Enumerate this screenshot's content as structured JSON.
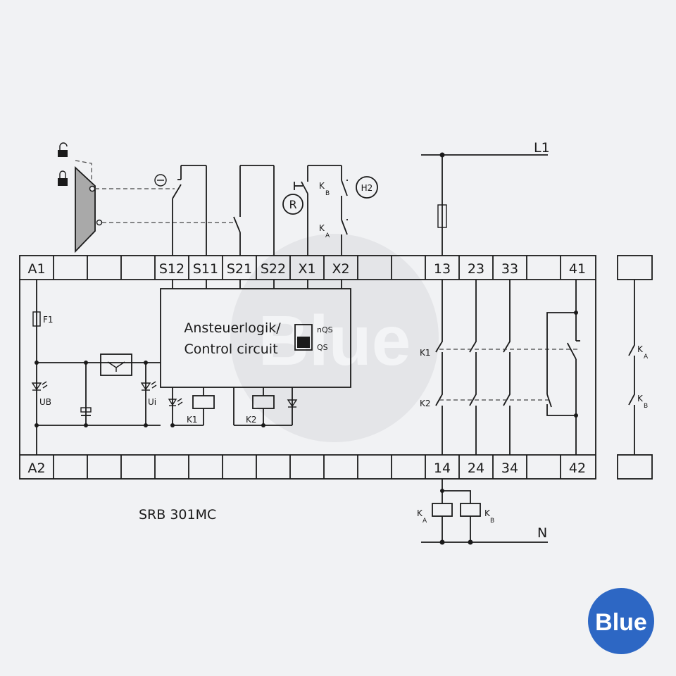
{
  "top_terminals": [
    "A1",
    "",
    "",
    "",
    "S12",
    "S11",
    "S21",
    "S22",
    "X1",
    "X2",
    "",
    "",
    "13",
    "23",
    "33",
    "",
    "41"
  ],
  "bottom_terminals": [
    "A2",
    "",
    "",
    "",
    "",
    "",
    "",
    "",
    "",
    "",
    "",
    "",
    "14",
    "24",
    "34",
    "",
    "42"
  ],
  "control_box": {
    "line1": "Ansteuerlogik/",
    "line2": "Control circuit",
    "nqs": "nQS",
    "qs": "QS"
  },
  "labels": {
    "L1": "L1",
    "N": "N",
    "F1": "F1",
    "UB": "UB",
    "Ui": "Ui",
    "K1": "K1",
    "K2": "K2",
    "R": "R",
    "H2": "H2",
    "KB_K": "K",
    "KB_sub": "B",
    "KA_K": "K",
    "KA_sub": "A",
    "model": "SRB 301MC"
  },
  "watermark": "Blue",
  "badge": {
    "text": "Blue",
    "color": "#2d67c4"
  },
  "colors": {
    "line": "#1a1a1a",
    "background": "#f1f2f4",
    "guard": "#a9a9a9"
  }
}
